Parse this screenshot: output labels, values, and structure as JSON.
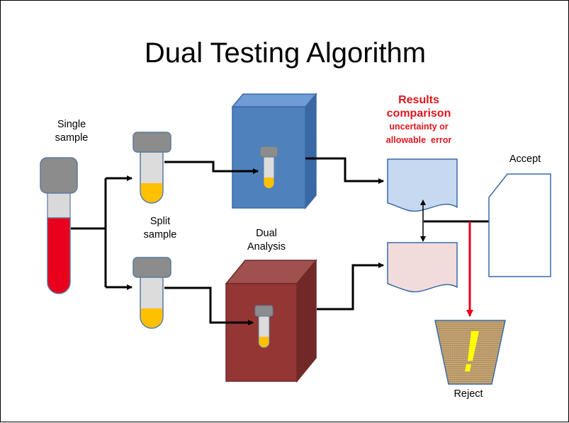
{
  "title": "Dual Testing Algorithm",
  "labels": {
    "single_sample_line1": "Single",
    "single_sample_line2": "sample",
    "split_sample_line1": "Split",
    "split_sample_line2": "sample",
    "dual_analysis_line1": "Dual",
    "dual_analysis_line2": "Analysis",
    "results_line1": "Results",
    "results_line2": "comparison",
    "results_line3": "uncertainty or",
    "results_line4": "allowable  error",
    "accept": "Accept",
    "reject": "Reject"
  },
  "colors": {
    "blood": "#e8001c",
    "serum": "#ffc000",
    "cap": "#8c8c8c",
    "analyzer_top": "#4a7ebb",
    "analyzer_bottom": "#8b3230",
    "result_top": "#c6d9f1",
    "result_bottom": "#f2dcdb",
    "reject_arrow": "#e8001c",
    "exclamation": "#ffff00"
  }
}
